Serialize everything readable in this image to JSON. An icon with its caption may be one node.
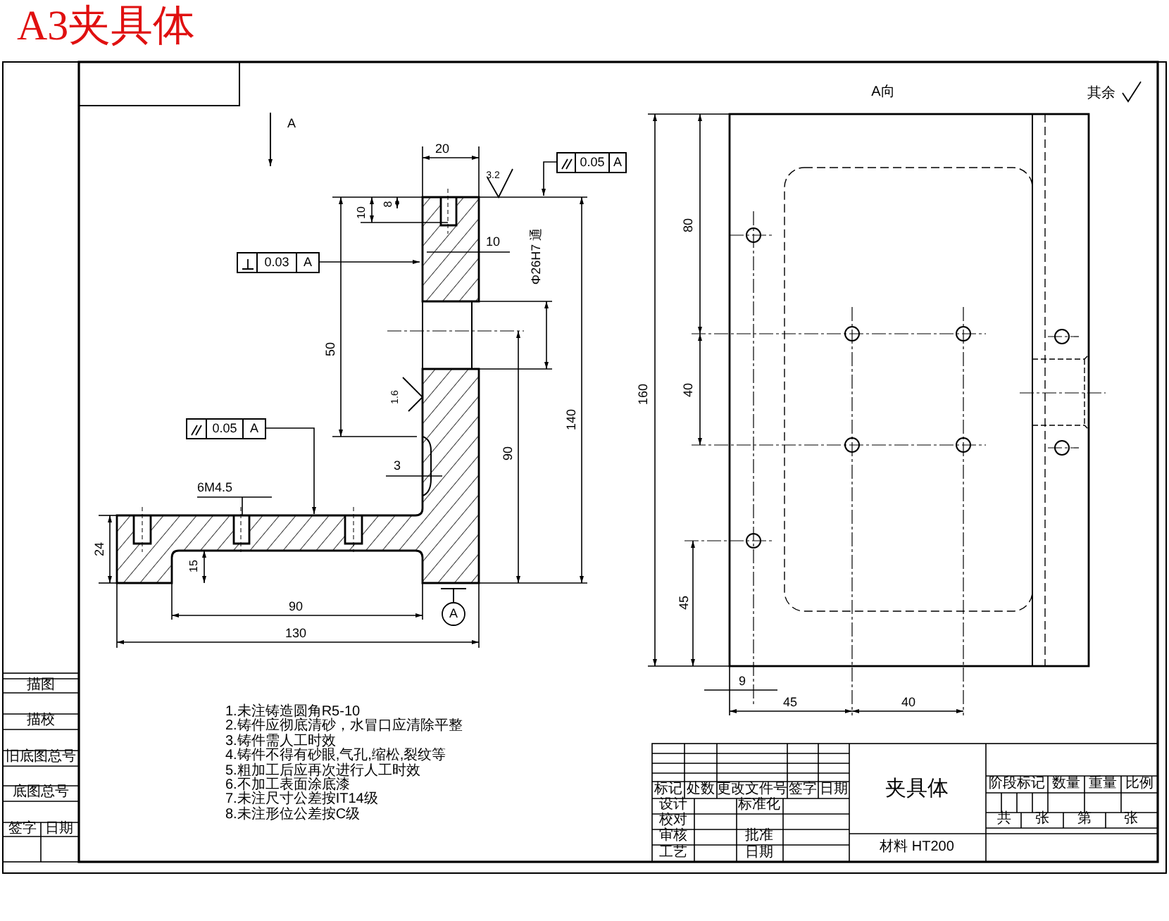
{
  "diagram": {
    "title": "A3夹具体",
    "nodes": [
      {
        "text": [
          "0.05",
          "A"
        ]
      },
      {
        "text": [
          "0.03",
          "A"
        ]
      },
      {
        "text": [
          "0.05",
          "A"
        ]
      },
      {
        "text": [
          "6M4.5"
        ]
      }
    ],
    "edges": [
      {
        "from": 0,
        "to": null,
        "arrow": "to"
      },
      {
        "from": 1,
        "to": null,
        "arrow": "to"
      },
      {
        "from": 2,
        "to": null,
        "arrow": "to"
      },
      {
        "from": 3,
        "to": null,
        "arrow": "none"
      }
    ],
    "labels": [
      "A",
      "A向",
      "其余",
      "20",
      "3.2",
      "10",
      "8",
      "80",
      "10",
      "Φ26H7 通",
      "50",
      "160",
      "40",
      "1.6",
      "140",
      "90",
      "3",
      "24",
      "15",
      "45",
      "90",
      "A",
      "130",
      "9",
      "45",
      "40",
      "1.未注铸造圆角R5-10",
      "2.铸件应彻底清砂，水冒口应清除平整",
      "3.铸件需人工时效",
      "4.铸件不得有砂眼,气孔,缩松,裂纹等",
      "5.粗加工后应再次进行人工时效",
      "6.不加工表面涂底漆",
      "7.未注尺寸公差按IT14级",
      "8.未注形位公差按C级",
      "描图",
      "描校",
      "旧底图总号",
      "底图总号",
      "签字",
      "日期",
      "标记",
      "处数",
      "更改文件号",
      "签字",
      "日期",
      "设计",
      "标准化",
      "校对",
      "审核",
      "批准",
      "工艺",
      "日期",
      "夹具体",
      "阶段标记",
      "数量",
      "重量",
      "比例",
      "共",
      "张",
      "第",
      "张",
      "材料 HT200"
    ]
  }
}
